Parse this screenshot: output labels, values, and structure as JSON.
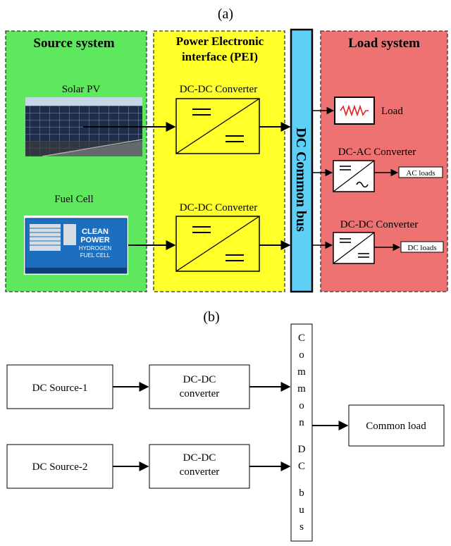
{
  "panel_a": {
    "label": "(a)",
    "source": {
      "title": "Source system",
      "solar_label": "Solar PV",
      "fuel_label": "Fuel Cell",
      "fuel_cell_lettering": [
        "CLEAN",
        "POWER",
        "HYDROGEN",
        "FUEL CELL"
      ]
    },
    "pei": {
      "title_line1": "Power Electronic",
      "title_line2": "interface (PEI)",
      "conv1_label": "DC-DC Converter",
      "conv2_label": "DC-DC Converter"
    },
    "bus_label": "DC Common bus",
    "load": {
      "title": "Load system",
      "load_label": "Load",
      "dcac_label": "DC-AC Converter",
      "ac_loads": "AC loads",
      "dcdc_label": "DC-DC Converter",
      "dc_loads": "DC loads"
    },
    "colors": {
      "source_bg": "#5ee85e",
      "pei_bg": "#ffff2a",
      "bus": "#5fd0f5",
      "load_bg": "#ee7272"
    }
  },
  "panel_b": {
    "label": "(b)",
    "source1": "DC Source-1",
    "source2": "DC Source-2",
    "conv1_line1": "DC-DC",
    "conv1_line2": "converter",
    "conv2_line1": "DC-DC",
    "conv2_line2": "converter",
    "bus_letters": [
      "C",
      "o",
      "m",
      "m",
      "o",
      "n",
      "D",
      "C",
      "b",
      "u",
      "s"
    ],
    "common_load": "Common load"
  }
}
